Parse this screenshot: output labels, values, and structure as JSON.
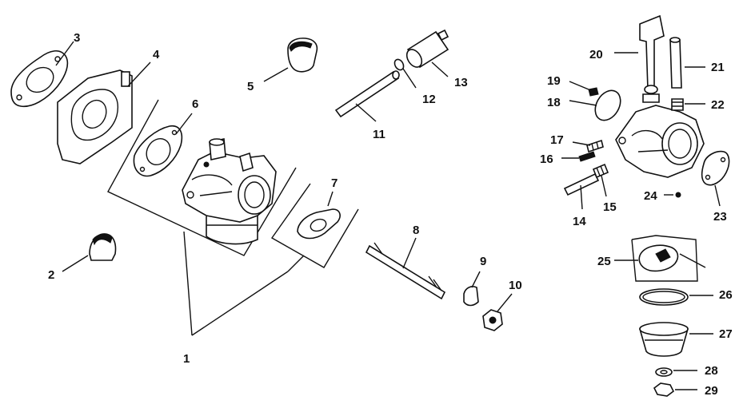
{
  "colors": {
    "ink": "#111111",
    "paper": "#ffffff"
  },
  "callouts": [
    {
      "id": "1",
      "text": "1"
    },
    {
      "id": "2",
      "text": "2"
    },
    {
      "id": "3",
      "text": "3"
    },
    {
      "id": "4",
      "text": "4"
    },
    {
      "id": "5",
      "text": "5"
    },
    {
      "id": "6",
      "text": "6"
    },
    {
      "id": "7",
      "text": "7"
    },
    {
      "id": "8",
      "text": "8"
    },
    {
      "id": "9",
      "text": "9"
    },
    {
      "id": "10",
      "text": "10"
    },
    {
      "id": "11",
      "text": "11"
    },
    {
      "id": "12",
      "text": "12"
    },
    {
      "id": "13",
      "text": "13"
    },
    {
      "id": "14",
      "text": "14"
    },
    {
      "id": "15",
      "text": "15"
    },
    {
      "id": "16",
      "text": "16"
    },
    {
      "id": "17",
      "text": "17"
    },
    {
      "id": "18",
      "text": "18"
    },
    {
      "id": "19",
      "text": "19"
    },
    {
      "id": "20",
      "text": "20"
    },
    {
      "id": "21",
      "text": "21"
    },
    {
      "id": "22",
      "text": "22"
    },
    {
      "id": "23",
      "text": "23"
    },
    {
      "id": "24",
      "text": "24"
    },
    {
      "id": "25",
      "text": "25"
    },
    {
      "id": "26",
      "text": "26"
    },
    {
      "id": "27",
      "text": "27"
    },
    {
      "id": "28",
      "text": "28"
    },
    {
      "id": "29",
      "text": "29"
    }
  ]
}
